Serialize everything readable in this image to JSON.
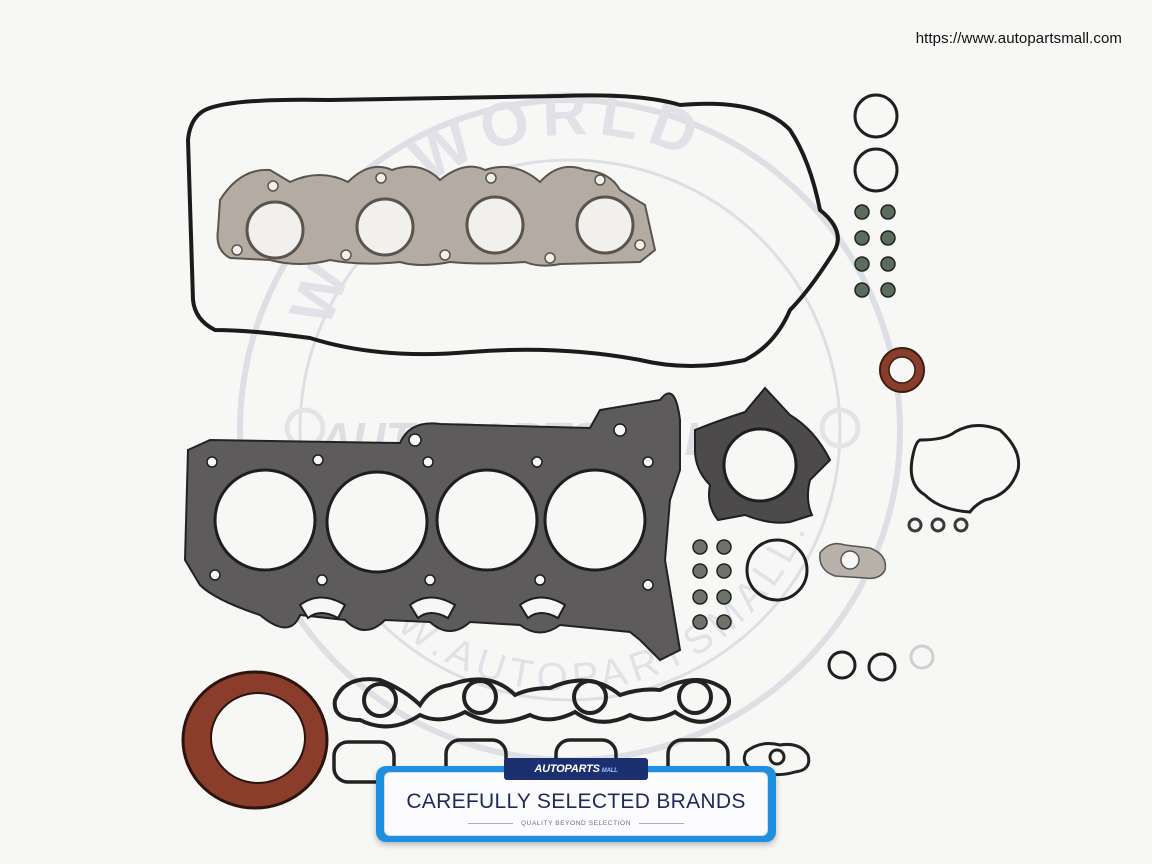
{
  "header": {
    "url": "https://www.autopartsmall.com"
  },
  "watermark": {
    "top_text": "WIN WORLD",
    "bottom_text": "WWW.AUTOPARTSMALL.COM",
    "center_logo": "AUTOPARTS MALL"
  },
  "banner": {
    "logo": "AUTOPARTS",
    "logo_small": "MALL",
    "title": "CAREFULLY SELECTED BRANDS",
    "subtitle": "QUALITY BEYOND SELECTION"
  },
  "colors": {
    "banner_border": "#1f8fe0",
    "banner_tab": "#1c2f6e",
    "gasket_dark": "#2a2a2a",
    "seal_brown": "#8a3d2a",
    "watermark": "#c9ccd8"
  }
}
